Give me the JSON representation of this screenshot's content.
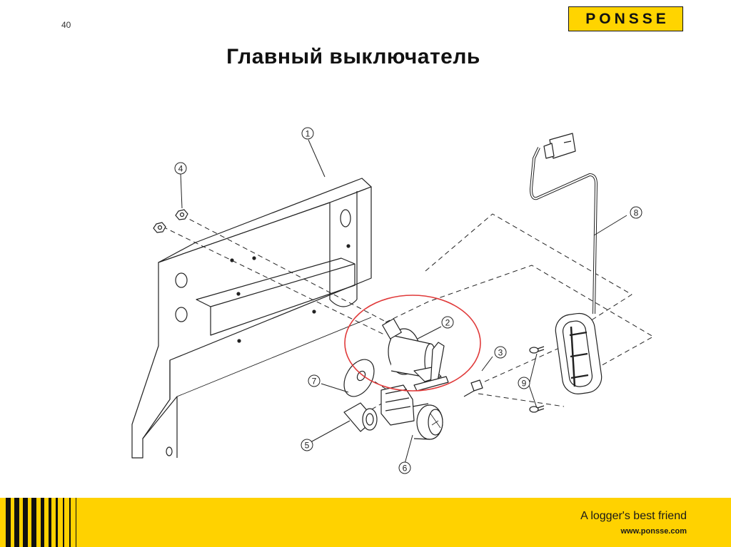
{
  "slide": {
    "number": "40",
    "title": "Главный выключатель"
  },
  "logo": {
    "text": "PONSSE"
  },
  "diagram": {
    "callouts": [
      "1",
      "2",
      "3",
      "4",
      "5",
      "6",
      "7",
      "8",
      "9"
    ],
    "highlight": {
      "part": "2",
      "color": "#e03a3a"
    }
  },
  "footer": {
    "tagline": "A logger's best friend",
    "website": "www.ponsse.com",
    "color": "#ffd200"
  }
}
